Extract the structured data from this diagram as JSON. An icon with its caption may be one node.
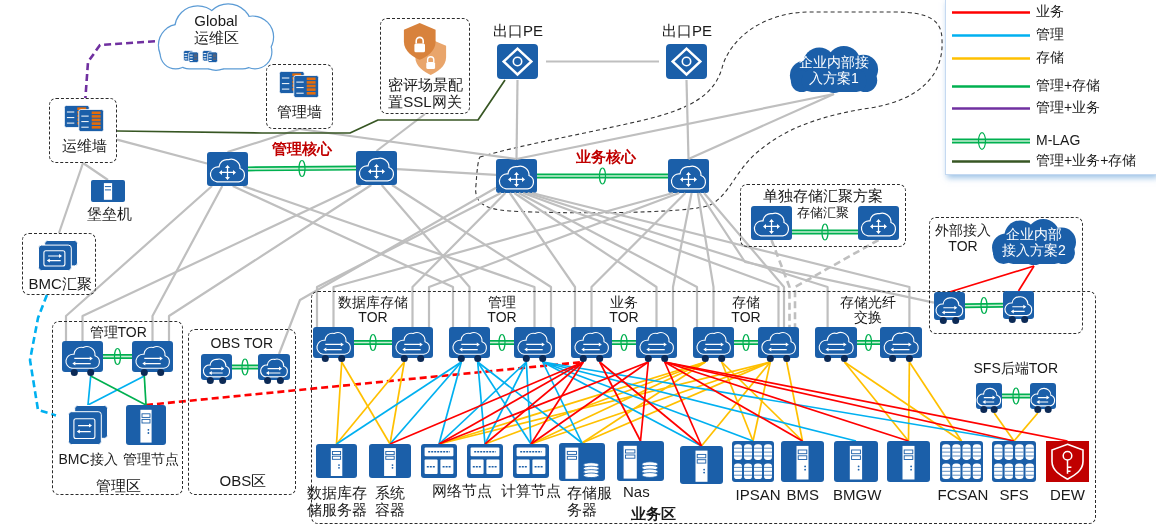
{
  "diagram": {
    "nodes": [
      {
        "text": [
          "Global运维区"
        ]
      },
      {
        "text": [
          "运维墙"
        ]
      },
      {
        "text": [
          "堡垒机"
        ]
      },
      {
        "text": [
          "BMC汇聚"
        ]
      },
      {
        "text": [
          "管理墙"
        ]
      },
      {
        "text": [
          "密评场景配置SSL网关"
        ]
      },
      {
        "text": [
          "出口PE"
        ]
      },
      {
        "text": [
          "出口PE"
        ]
      },
      {
        "text": [
          "业务核心"
        ]
      },
      {
        "text": [
          "企业内部接入方案1"
        ],
        "in": 8
      },
      {
        "text": [],
        "shape": "picture",
        "in": 8
      },
      {
        "text": [],
        "shape": "picture",
        "in": 8
      },
      {
        "text": [],
        "shape": "picture"
      },
      {
        "text": [],
        "shape": "picture"
      },
      {
        "text": [
          "单独存储汇聚方案",
          "存储汇聚"
        ]
      },
      {
        "text": [],
        "shape": "picture",
        "in": 14
      },
      {
        "text": [],
        "shape": "picture",
        "in": 14
      },
      {
        "text": [
          "外部接入TOR"
        ]
      },
      {
        "text": [
          "企业内部接入方案2"
        ],
        "in": 17
      },
      {
        "text": [],
        "shape": "picture"
      },
      {
        "text": [],
        "shape": "picture"
      },
      {
        "text": [
          "管理TOR",
          "管理区"
        ]
      },
      {
        "text": [],
        "shape": "picture",
        "in": 21
      },
      {
        "text": [],
        "shape": "picture",
        "in": 21
      },
      {
        "text": [
          "BMC接入"
        ],
        "in": 21
      },
      {
        "text": [
          "管理节点"
        ],
        "in": 21
      },
      {
        "text": [
          "OBS TOR",
          "OBS区"
        ]
      },
      {
        "text": [],
        "shape": "picture",
        "in": 26
      },
      {
        "text": [],
        "shape": "picture",
        "in": 26
      },
      {
        "text": [
          "业务区"
        ]
      },
      {
        "text": [],
        "shape": "picture",
        "in": 29
      },
      {
        "text": [],
        "shape": "picture",
        "in": 29
      },
      {
        "text": [],
        "shape": "picture",
        "in": 29
      },
      {
        "text": [],
        "shape": "picture",
        "in": 29
      },
      {
        "text": [],
        "shape": "picture",
        "in": 29
      },
      {
        "text": [],
        "shape": "picture",
        "in": 29
      },
      {
        "text": [],
        "shape": "picture",
        "in": 29
      },
      {
        "text": [],
        "shape": "picture",
        "in": 29
      },
      {
        "text": [],
        "shape": "picture",
        "in": 29
      },
      {
        "text": [],
        "shape": "picture",
        "in": 29
      },
      {
        "text": [],
        "shape": "picture",
        "in": 29
      },
      {
        "text": [],
        "shape": "picture",
        "in": 29
      },
      {
        "text": [
          "数据库存储服务器"
        ],
        "in": 29
      },
      {
        "text": [
          "系统容器"
        ],
        "in": 29
      },
      {
        "text": [],
        "shape": "picture",
        "in": 29
      },
      {
        "text": [],
        "shape": "picture",
        "in": 29
      },
      {
        "text": [],
        "shape": "picture",
        "in": 29
      },
      {
        "text": [
          "存储服务器"
        ],
        "in": 29
      },
      {
        "text": [
          "Nas"
        ],
        "in": 29
      },
      {
        "text": [],
        "shape": "picture",
        "in": 29
      },
      {
        "text": [
          "IPSAN"
        ],
        "in": 29
      },
      {
        "text": [
          "BMS"
        ],
        "in": 29
      },
      {
        "text": [
          "BMGW"
        ],
        "in": 29
      },
      {
        "text": [],
        "shape": "picture",
        "in": 29
      },
      {
        "text": [
          "FCSAN"
        ],
        "in": 29
      },
      {
        "text": [
          "SFS"
        ],
        "in": 29
      },
      {
        "text": [
          "DEW"
        ],
        "in": 29
      }
    ],
    "edges": [
      {
        "from": 12,
        "to": 13,
        "arrow": "none",
        "style": "thick",
        "color": "#00b050",
        "label": "管理核心"
      },
      {
        "from": 10,
        "to": 11,
        "arrow": "none",
        "style": "thick",
        "color": "#00b050"
      },
      {
        "from": 15,
        "to": 16,
        "arrow": "none",
        "style": "thick",
        "color": "#00b050"
      },
      {
        "from": 19,
        "to": 20,
        "arrow": "none",
        "style": "thick",
        "color": "#00b050"
      },
      {
        "from": 22,
        "to": 23,
        "arrow": "none",
        "style": "thick",
        "color": "#00b050"
      },
      {
        "from": 27,
        "to": 28,
        "arrow": "none",
        "style": "thick",
        "color": "#00b050"
      },
      {
        "from": 30,
        "to": 31,
        "arrow": "none",
        "style": "thick",
        "color": "#00b050"
      },
      {
        "from": 32,
        "to": 33,
        "arrow": "none",
        "style": "thick",
        "color": "#00b050"
      },
      {
        "from": 34,
        "to": 35,
        "arrow": "none",
        "style": "thick",
        "color": "#00b050"
      },
      {
        "from": 36,
        "to": 37,
        "arrow": "none",
        "style": "thick",
        "color": "#00b050"
      },
      {
        "from": 38,
        "to": 39,
        "arrow": "none",
        "style": "thick",
        "color": "#00b050"
      },
      {
        "from": 40,
        "to": 41,
        "arrow": "none",
        "style": "thick",
        "color": "#00b050"
      },
      {
        "from": 6,
        "to": 7,
        "arrow": "none"
      },
      {
        "from": 6,
        "to": 10,
        "arrow": "none"
      },
      {
        "from": 7,
        "to": 11,
        "arrow": "none"
      },
      {
        "from": 9,
        "to": 10,
        "arrow": "none"
      },
      {
        "from": 9,
        "to": 11,
        "arrow": "none"
      },
      {
        "from": 1,
        "to": 12,
        "arrow": "none"
      },
      {
        "from": 1,
        "to": 2,
        "arrow": "none"
      },
      {
        "from": 1,
        "to": 3,
        "arrow": "none"
      },
      {
        "from": 4,
        "to": 12,
        "arrow": "none"
      },
      {
        "from": 4,
        "to": 10,
        "arrow": "none"
      },
      {
        "from": 5,
        "to": 13,
        "arrow": "none"
      },
      {
        "from": 13,
        "to": 10,
        "arrow": "none"
      },
      {
        "from": 12,
        "to": 22,
        "arrow": "none"
      },
      {
        "from": 12,
        "to": 23,
        "arrow": "none"
      },
      {
        "from": 12,
        "to": 32,
        "arrow": "none"
      },
      {
        "from": 12,
        "to": 33,
        "arrow": "none"
      },
      {
        "from": 13,
        "to": 22,
        "arrow": "none"
      },
      {
        "from": 13,
        "to": 23,
        "arrow": "none"
      },
      {
        "from": 13,
        "to": 32,
        "arrow": "none"
      },
      {
        "from": 13,
        "to": 33,
        "arrow": "none"
      },
      {
        "from": 10,
        "to": 28,
        "arrow": "none"
      },
      {
        "from": 10,
        "to": 30,
        "arrow": "none"
      },
      {
        "from": 10,
        "to": 31,
        "arrow": "none"
      },
      {
        "from": 10,
        "to": 34,
        "arrow": "none"
      },
      {
        "from": 10,
        "to": 35,
        "arrow": "none"
      },
      {
        "from": 10,
        "to": 36,
        "arrow": "none"
      },
      {
        "from": 10,
        "to": 37,
        "arrow": "none"
      },
      {
        "from": 10,
        "to": 39,
        "arrow": "none"
      },
      {
        "from": 11,
        "to": 30,
        "arrow": "none"
      },
      {
        "from": 11,
        "to": 31,
        "arrow": "none"
      },
      {
        "from": 11,
        "to": 34,
        "arrow": "none"
      },
      {
        "from": 11,
        "to": 35,
        "arrow": "none"
      },
      {
        "from": 11,
        "to": 36,
        "arrow": "none"
      },
      {
        "from": 11,
        "to": 37,
        "arrow": "none"
      },
      {
        "from": 10,
        "to": 38,
        "arrow": "none"
      },
      {
        "from": 11,
        "to": 19,
        "arrow": "none"
      },
      {
        "from": 15,
        "to": 37,
        "arrow": "none",
        "style": "dashed"
      },
      {
        "from": 16,
        "to": 37,
        "arrow": "none",
        "style": "dashed"
      },
      {
        "from": 0,
        "to": 1,
        "arrow": "none",
        "style": "dashed",
        "color": "#7030a0"
      },
      {
        "from": 1,
        "to": 6,
        "arrow": "none",
        "color": "#375623"
      },
      {
        "from": 3,
        "to": 24,
        "arrow": "none",
        "style": "dashed",
        "color": "#00b0f0"
      },
      {
        "from": 25,
        "to": 34,
        "arrow": "none",
        "style": "dashed",
        "color": "#ff0000"
      },
      {
        "from": 18,
        "to": 19,
        "arrow": "none",
        "color": "#ff0000"
      },
      {
        "from": 18,
        "to": 20,
        "arrow": "none",
        "color": "#ff0000"
      },
      {
        "from": 22,
        "to": 24,
        "arrow": "none",
        "color": "#00b0f0"
      },
      {
        "from": 23,
        "to": 24,
        "arrow": "none",
        "color": "#00b0f0"
      },
      {
        "from": 22,
        "to": 25,
        "arrow": "none",
        "color": "#00b050"
      },
      {
        "from": 23,
        "to": 25,
        "arrow": "none",
        "color": "#00b050"
      },
      {
        "from": 30,
        "to": 42,
        "arrow": "none",
        "color": "#ffc000"
      },
      {
        "from": 30,
        "to": 43,
        "arrow": "none",
        "color": "#ffc000"
      },
      {
        "from": 31,
        "to": 42,
        "arrow": "none",
        "color": "#ffc000"
      },
      {
        "from": 31,
        "to": 43,
        "arrow": "none",
        "color": "#ffc000"
      },
      {
        "from": 36,
        "to": 44,
        "arrow": "none",
        "color": "#ffc000"
      },
      {
        "from": 36,
        "to": 45,
        "arrow": "none",
        "color": "#ffc000"
      },
      {
        "from": 36,
        "to": 46,
        "arrow": "none",
        "color": "#ffc000"
      },
      {
        "from": 36,
        "to": 47,
        "arrow": "none",
        "color": "#ffc000"
      },
      {
        "from": 36,
        "to": 50,
        "arrow": "none",
        "color": "#ffc000"
      },
      {
        "from": 36,
        "to": 51,
        "arrow": "none",
        "color": "#ffc000"
      },
      {
        "from": 37,
        "to": 44,
        "arrow": "none",
        "color": "#ffc000"
      },
      {
        "from": 37,
        "to": 46,
        "arrow": "none",
        "color": "#ffc000"
      },
      {
        "from": 37,
        "to": 47,
        "arrow": "none",
        "color": "#ffc000"
      },
      {
        "from": 37,
        "to": 49,
        "arrow": "none",
        "color": "#ffc000"
      },
      {
        "from": 37,
        "to": 50,
        "arrow": "none",
        "color": "#ffc000"
      },
      {
        "from": 37,
        "to": 51,
        "arrow": "none",
        "color": "#ffc000"
      },
      {
        "from": 38,
        "to": 53,
        "arrow": "none",
        "color": "#ffc000"
      },
      {
        "from": 38,
        "to": 54,
        "arrow": "none",
        "color": "#ffc000"
      },
      {
        "from": 39,
        "to": 53,
        "arrow": "none",
        "color": "#ffc000"
      },
      {
        "from": 39,
        "to": 54,
        "arrow": "none",
        "color": "#ffc000"
      },
      {
        "from": 40,
        "to": 55,
        "arrow": "none",
        "color": "#ffc000"
      },
      {
        "from": 41,
        "to": 55,
        "arrow": "none",
        "color": "#ffc000"
      },
      {
        "from": 32,
        "to": 42,
        "arrow": "none",
        "color": "#00b0f0"
      },
      {
        "from": 32,
        "to": 43,
        "arrow": "none",
        "color": "#00b0f0"
      },
      {
        "from": 32,
        "to": 44,
        "arrow": "none",
        "color": "#00b0f0"
      },
      {
        "from": 32,
        "to": 45,
        "arrow": "none",
        "color": "#00b0f0"
      },
      {
        "from": 32,
        "to": 46,
        "arrow": "none",
        "color": "#00b0f0"
      },
      {
        "from": 32,
        "to": 47,
        "arrow": "none",
        "color": "#00b0f0"
      },
      {
        "from": 33,
        "to": 44,
        "arrow": "none",
        "color": "#00b0f0"
      },
      {
        "from": 33,
        "to": 45,
        "arrow": "none",
        "color": "#00b0f0"
      },
      {
        "from": 33,
        "to": 46,
        "arrow": "none",
        "color": "#00b0f0"
      },
      {
        "from": 33,
        "to": 47,
        "arrow": "none",
        "color": "#00b0f0"
      },
      {
        "from": 33,
        "to": 49,
        "arrow": "none",
        "color": "#00b0f0"
      },
      {
        "from": 33,
        "to": 50,
        "arrow": "none",
        "color": "#00b0f0"
      },
      {
        "from": 33,
        "to": 52,
        "arrow": "none",
        "color": "#00b0f0"
      },
      {
        "from": 33,
        "to": 55,
        "arrow": "none",
        "color": "#00b0f0"
      },
      {
        "from": 34,
        "to": 43,
        "arrow": "none",
        "color": "#ff0000"
      },
      {
        "from": 34,
        "to": 44,
        "arrow": "none",
        "color": "#ff0000"
      },
      {
        "from": 34,
        "to": 45,
        "arrow": "none",
        "color": "#ff0000"
      },
      {
        "from": 34,
        "to": 46,
        "arrow": "none",
        "color": "#ff0000"
      },
      {
        "from": 34,
        "to": 48,
        "arrow": "none",
        "color": "#ff0000"
      },
      {
        "from": 34,
        "to": 49,
        "arrow": "none",
        "color": "#ff0000"
      },
      {
        "from": 35,
        "to": 44,
        "arrow": "none",
        "color": "#ff0000"
      },
      {
        "from": 35,
        "to": 46,
        "arrow": "none",
        "color": "#ff0000"
      },
      {
        "from": 35,
        "to": 48,
        "arrow": "none",
        "color": "#ff0000"
      },
      {
        "from": 35,
        "to": 49,
        "arrow": "none",
        "color": "#ff0000"
      },
      {
        "from": 35,
        "to": 51,
        "arrow": "none",
        "color": "#ff0000"
      },
      {
        "from": 35,
        "to": 53,
        "arrow": "none",
        "color": "#ff0000"
      },
      {
        "from": 35,
        "to": 55,
        "arrow": "none",
        "color": "#ff0000"
      },
      {
        "from": 35,
        "to": 56,
        "arrow": "none",
        "color": "#ff0000"
      }
    ],
    "labels": [
      "数据库存储TOR",
      "管理TOR",
      "业务TOR",
      "存储TOR",
      "存储光纤交换",
      "SFS后端TOR",
      "网络节点",
      "计算节点"
    ],
    "legend": [
      {
        "text": "业务",
        "color": "#ff0000"
      },
      {
        "text": "管理",
        "color": "#00b0f0"
      },
      {
        "text": "存储",
        "color": "#ffc000"
      },
      {
        "text": "管理+存储",
        "color": "#00b050"
      },
      {
        "text": "管理+业务",
        "color": "#7030a0"
      },
      {
        "text": "M-LAG"
      },
      {
        "text": "管理+业务+存储",
        "color": "#375623"
      }
    ]
  }
}
